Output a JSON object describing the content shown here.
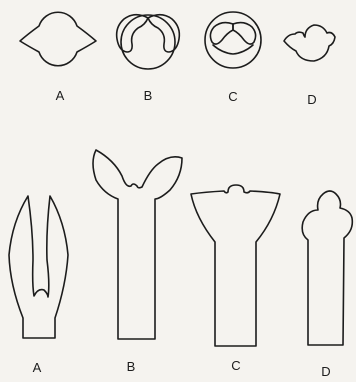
{
  "top_row": {
    "labels": [
      "A",
      "B",
      "C",
      "D"
    ]
  },
  "bottom_row": {
    "labels": [
      "A",
      "B",
      "C",
      "D"
    ]
  },
  "colors": {
    "ink": "#1c1c1c",
    "paper": "#f5f3ef"
  }
}
